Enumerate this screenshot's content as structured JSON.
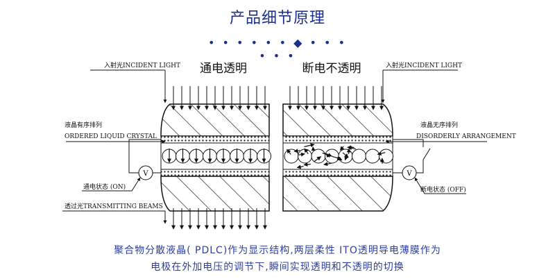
{
  "header": {
    "title": "产品细节原理",
    "divider": "• • • • • • ◆ • • • • • •"
  },
  "left_panel": {
    "heading": "通电透明",
    "incident_label": "入射光INCIDENT LIGHT",
    "crystal_label_cn": "液晶有序排列",
    "crystal_label_en": "ORDERED LIQUID CRYSTAL",
    "state_label": "通电状态 (ON)",
    "transmit_label": "透过光TRANSMITTING BEAMS",
    "meter": "V"
  },
  "right_panel": {
    "heading": "断电不透明",
    "incident_label": "入射光INCIDENT LIGHT",
    "crystal_label_cn": "液晶无序排列",
    "crystal_label_en": "DISORDERLY ARRANGEMENT",
    "state_label": "断电状态 (OFF)",
    "meter": "V"
  },
  "caption": {
    "line1": "聚合物分散液晶( PDLC)作为显示结构,两层柔性 ITO透明导电薄膜作为",
    "line2": "电极在外加电压的调节下,瞬间实现透明和不透明的切换"
  }
}
